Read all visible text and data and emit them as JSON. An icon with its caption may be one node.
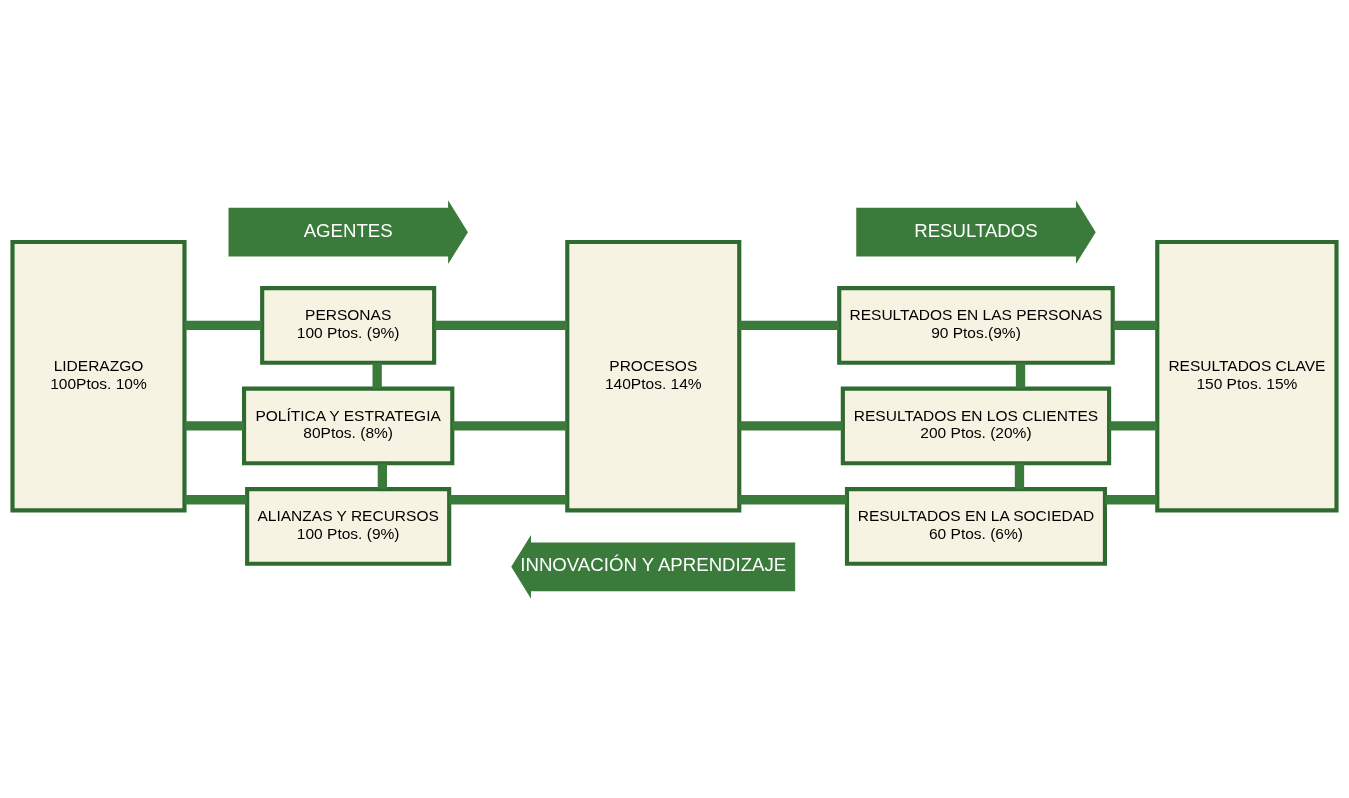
{
  "diagram": {
    "nodes": [
      {
        "text": [
          "AGENTES"
        ]
      },
      {
        "text": [
          "RESULTADOS"
        ]
      },
      {
        "text": [
          "LIDERAZGO",
          "100Ptos. 10%"
        ]
      },
      {
        "text": [
          "PERSONAS",
          "100 Ptos. (9%)"
        ]
      },
      {
        "text": [
          "POLÍTICA Y ESTRATEGIA",
          "80Ptos. (8%)"
        ]
      },
      {
        "text": [
          "ALIANZAS Y RECURSOS",
          "100 Ptos. (9%)"
        ]
      },
      {
        "text": [
          "PROCESOS",
          "140Ptos. 14%"
        ]
      },
      {
        "text": [
          "RESULTADOS EN LAS PERSONAS",
          "90 Ptos.(9%)"
        ]
      },
      {
        "text": [
          "RESULTADOS EN LOS CLIENTES",
          "200 Ptos. (20%)"
        ]
      },
      {
        "text": [
          "RESULTADOS EN LA SOCIEDAD",
          "60 Ptos. (6%)"
        ]
      },
      {
        "text": [
          "RESULTADOS CLAVE",
          "150 Ptos. 15%"
        ]
      },
      {
        "text": [
          "INNOVACIÓN Y APRENDIZAJE"
        ]
      }
    ],
    "edges": [
      {
        "from": 2,
        "to": 3,
        "arrow": "none"
      },
      {
        "from": 2,
        "to": 4,
        "arrow": "none"
      },
      {
        "from": 2,
        "to": 5,
        "arrow": "none"
      },
      {
        "from": 3,
        "to": 4,
        "arrow": "none"
      },
      {
        "from": 4,
        "to": 5,
        "arrow": "none"
      },
      {
        "from": 3,
        "to": 6,
        "arrow": "none"
      },
      {
        "from": 4,
        "to": 6,
        "arrow": "none"
      },
      {
        "from": 5,
        "to": 6,
        "arrow": "none"
      },
      {
        "from": 6,
        "to": 7,
        "arrow": "none"
      },
      {
        "from": 6,
        "to": 8,
        "arrow": "none"
      },
      {
        "from": 6,
        "to": 9,
        "arrow": "none"
      },
      {
        "from": 7,
        "to": 8,
        "arrow": "none"
      },
      {
        "from": 8,
        "to": 9,
        "arrow": "none"
      },
      {
        "from": 7,
        "to": 10,
        "arrow": "none"
      },
      {
        "from": 8,
        "to": 10,
        "arrow": "none"
      },
      {
        "from": 9,
        "to": 10,
        "arrow": "none"
      }
    ]
  }
}
